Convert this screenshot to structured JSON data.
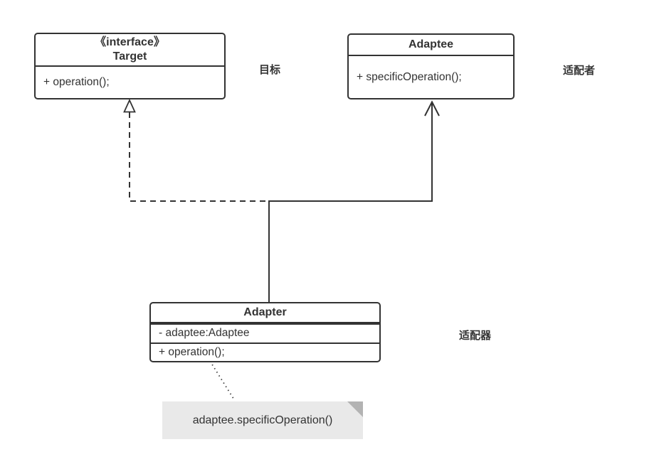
{
  "diagram": {
    "title_context": "Adapter design pattern UML class diagram",
    "classes": {
      "target": {
        "stereotype": "《interface》",
        "name": "Target",
        "methods": [
          "+ operation();"
        ]
      },
      "adaptee": {
        "name": "Adaptee",
        "methods": [
          "+ specificOperation();"
        ]
      },
      "adapter": {
        "name": "Adapter",
        "attributes": [
          "- adaptee:Adaptee"
        ],
        "methods": [
          "+ operation();"
        ]
      }
    },
    "labels": {
      "target_cn": "目标",
      "adaptee_cn": "适配者",
      "adapter_cn": "适配器"
    },
    "note": {
      "text": "adaptee.specificOperation()"
    },
    "relationships": [
      {
        "type": "realization",
        "from": "Adapter",
        "to": "Target",
        "line": "dashed",
        "arrow": "hollow-triangle"
      },
      {
        "type": "association",
        "from": "Adapter",
        "to": "Adaptee",
        "line": "solid",
        "arrow": "open"
      },
      {
        "type": "note-anchor",
        "from": "Adapter",
        "to": "note",
        "line": "dotted",
        "arrow": "none"
      }
    ],
    "colors": {
      "line": "#333333",
      "text": "#333333",
      "box_fill": "#ffffff",
      "note_fill": "#e9e9e9",
      "note_fold": "#b3b3b3",
      "background": "#ffffff"
    }
  }
}
